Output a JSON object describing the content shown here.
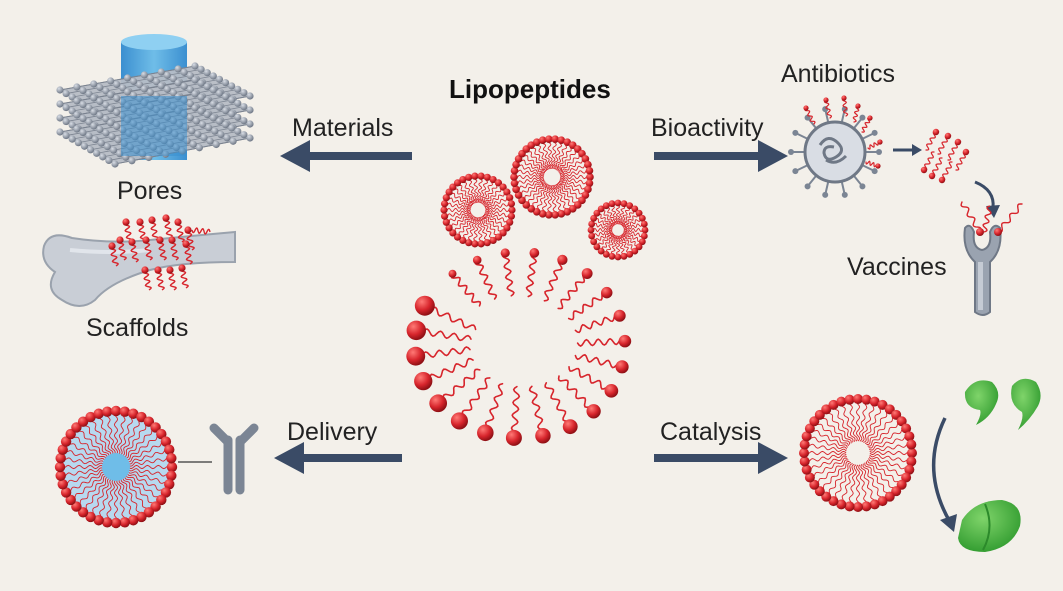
{
  "title": "Lipopeptides",
  "arrows": {
    "materials": "Materials",
    "bioactivity": "Bioactivity",
    "delivery": "Delivery",
    "catalysis": "Catalysis"
  },
  "labels": {
    "pores": "Pores",
    "scaffolds": "Scaffolds",
    "antibiotics": "Antibiotics",
    "vaccines": "Vaccines"
  },
  "colors": {
    "background": "#f3f0ea",
    "lipid_red": "#d7252c",
    "arrow_navy": "#3a4b66",
    "pore_blue": "#4fa3d8",
    "sheet_gray": "#8f97a3",
    "bone_gray": "#c9ced6",
    "catalyst_green": "#3fae3a"
  },
  "icons": [
    "pore-stack-icon",
    "bone-scaffold-icon",
    "bacterium-icon",
    "receptor-icon",
    "antibody-icon",
    "micelle-icon",
    "green-substrate-icon"
  ]
}
